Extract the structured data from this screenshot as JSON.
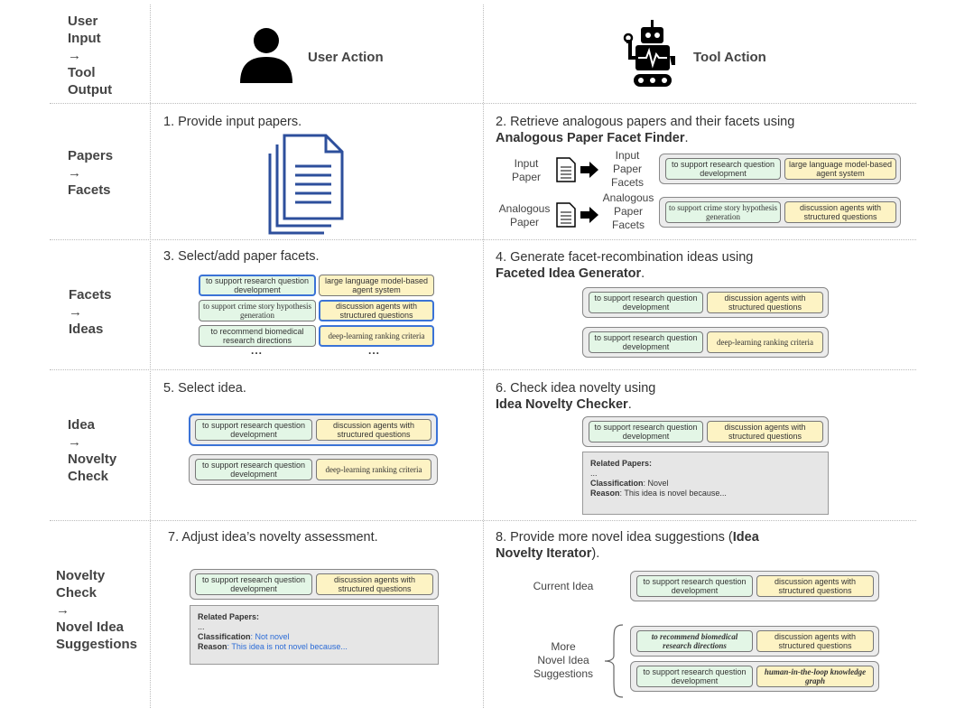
{
  "header": {
    "col0": [
      "User",
      "Input",
      "→",
      "Tool",
      "Output"
    ],
    "user_action": "User Action",
    "tool_action": "Tool Action"
  },
  "rows": [
    {
      "label": [
        "Papers",
        "→",
        "Facets"
      ],
      "user_step": "1. Provide input papers.",
      "tool_step_a": "2. Retrieve analogous papers and their facets using",
      "tool_step_b": "Analogous Paper Facet Finder",
      "tool_step_c": ".",
      "input_paper": [
        "Input",
        "Paper"
      ],
      "input_paper_facets": [
        "Input",
        "Paper",
        "Facets"
      ],
      "analogous_paper": [
        "Analogous",
        "Paper"
      ],
      "analogous_paper_facets": [
        "Analogous",
        "Paper",
        "Facets"
      ],
      "input_facets": [
        "to support research question development",
        "large language model-based agent system"
      ],
      "analogous_facets": [
        "to support crime story hypothesis generation",
        "discussion agents with structured questions"
      ]
    },
    {
      "label": [
        "Facets",
        "→",
        "Ideas"
      ],
      "user_step": "3. Select/add paper facets.",
      "tool_step_a": "4. Generate facet-recombination ideas using",
      "tool_step_b": "Faceted Idea Generator",
      "tool_step_c": ".",
      "facet_grid": [
        [
          "to support research question development",
          "large language model-based agent system"
        ],
        [
          "to support crime story hypothesis generation",
          "discussion agents with structured questions"
        ],
        [
          "to recommend biomedical research directions",
          "deep-learning ranking criteria"
        ]
      ],
      "ellipsis": "...",
      "ideas": [
        [
          "to support research question development",
          "discussion agents with structured questions"
        ],
        [
          "to support research question development",
          "deep-learning ranking criteria"
        ]
      ]
    },
    {
      "label": [
        "Idea",
        "→",
        "Novelty",
        "Check"
      ],
      "user_step": "5. Select idea.",
      "tool_step_a": "6. Check idea novelty using",
      "tool_step_b": "Idea Novelty Checker",
      "tool_step_c": ".",
      "ideas": [
        [
          "to support research question development",
          "discussion agents with structured questions"
        ],
        [
          "to support research question development",
          "deep-learning ranking criteria"
        ]
      ],
      "check_idea": [
        "to support research question development",
        "discussion agents with structured questions"
      ],
      "related_papers": "Related Papers:",
      "ellipsis": "...",
      "classification_label": "Classification",
      "classification_value": ": Novel",
      "reason_label": "Reason",
      "reason_value": ": This idea is novel because..."
    },
    {
      "label": [
        "Novelty",
        "Check",
        "→",
        "Novel Idea",
        "Suggestions"
      ],
      "user_step": "7. Adjust idea’s novelty assessment.",
      "tool_step_a": "8. Provide more novel idea suggestions (",
      "tool_step_b1": "Idea",
      "tool_step_b2": "Novelty Iterator",
      "tool_step_c": ").",
      "idea": [
        "to support research question development",
        "discussion agents with structured questions"
      ],
      "related_papers": "Related Papers:",
      "ellipsis": "...",
      "classification_label": "Classification",
      "classification_value": ": Not novel",
      "reason_label": "Reason",
      "reason_value": ": This idea is not novel because...",
      "current_idea_label": "Current Idea",
      "current_idea": [
        "to support research question development",
        "discussion agents with structured questions"
      ],
      "more_label": [
        "More",
        "Novel Idea",
        "Suggestions"
      ],
      "suggestions": [
        [
          "to recommend biomedical research directions",
          "discussion agents with structured questions"
        ],
        [
          "to support research question development",
          "human-in-the-loop knowledge graph"
        ]
      ]
    }
  ],
  "colors": {
    "green": "#e3f6e6",
    "yellow": "#fdf3c4",
    "select_blue": "#3b73d6",
    "panel_gray": "#ececec"
  },
  "icons": [
    "person-icon",
    "robot-icon",
    "documents-icon",
    "document-icon",
    "arrow-right-icon",
    "brace-icon"
  ]
}
